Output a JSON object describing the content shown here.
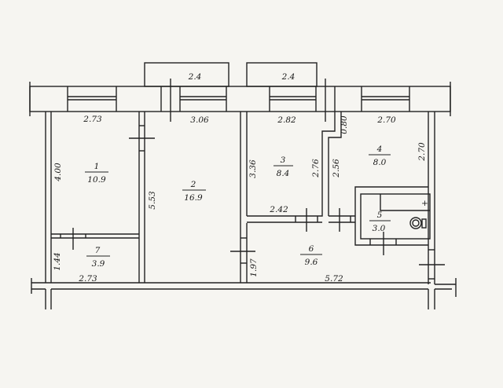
{
  "rooms": [
    {
      "number": "1",
      "area": "10.9"
    },
    {
      "number": "2",
      "area": "16.9"
    },
    {
      "number": "3",
      "area": "8.4"
    },
    {
      "number": "4",
      "area": "8.0"
    },
    {
      "number": "5",
      "area": "3.0"
    },
    {
      "number": "6",
      "area": "9.6"
    },
    {
      "number": "7",
      "area": "3.9"
    }
  ],
  "dimensions": {
    "balcony_left": "2.4",
    "balcony_right": "2.4",
    "room1_width": "2.73",
    "room1_height": "4.00",
    "room2_width": "3.06",
    "room2_height": "5.53",
    "room3_width": "2.82",
    "room3_height_left": "3.36",
    "room3_height_right": "2.76",
    "room3_bottom": "2.42",
    "room4_offset": "0.80",
    "room4_width": "2.70",
    "room4_height_right": "2.70",
    "room4_height_left": "2.56",
    "room7_height": "1.44",
    "room7_width": "2.73",
    "room6_height": "1.97",
    "room6_width": "5.72"
  },
  "colors": {
    "background": "#f6f5f1",
    "lines": "#222222"
  }
}
